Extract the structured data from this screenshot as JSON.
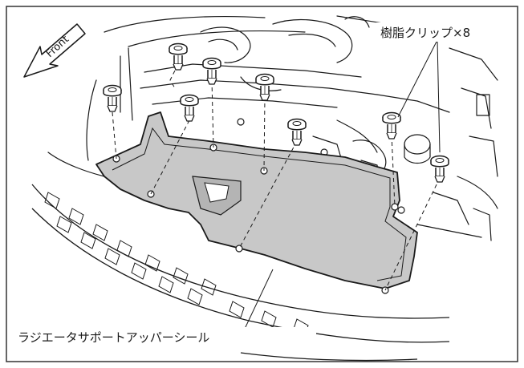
{
  "labels": {
    "front": "Front",
    "clips": "樹脂クリップ×8",
    "seal": "ラジエータサポートアッパーシール"
  },
  "colors": {
    "ink": "#1a1a1a",
    "seal_fill": "#c8c8c8",
    "frame": "#333333",
    "paper": "#ffffff"
  },
  "icons": [
    "front-direction-arrow-icon",
    "resin-clip-icon"
  ]
}
